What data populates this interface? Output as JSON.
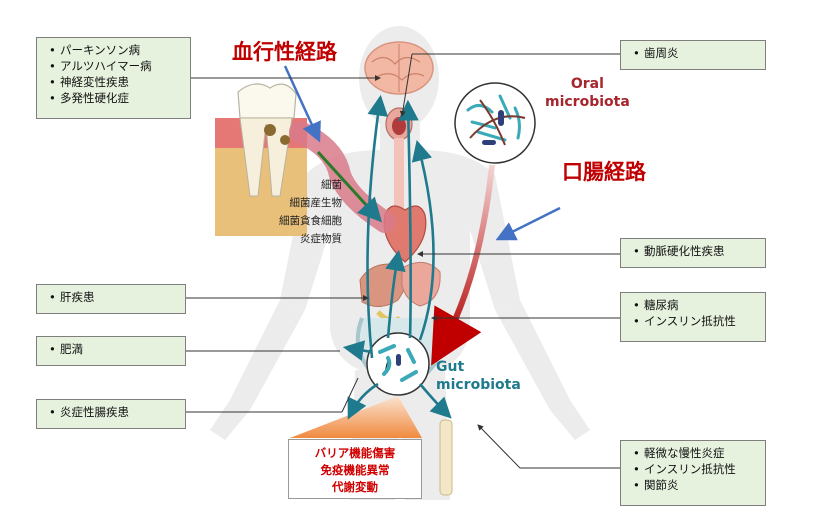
{
  "labels": {
    "blood_route": "血行性経路",
    "oral_gut_route": "口腸経路",
    "oral_microbiota_line1": "Oral",
    "oral_microbiota_line2": "microbiota",
    "gut_microbiota_line1": "Gut",
    "gut_microbiota_line2": "microbiota"
  },
  "bacterial_substances": [
    "細菌",
    "細菌産生物",
    "細菌貪食細胞",
    "炎症物質"
  ],
  "boxes": {
    "neuro": [
      "パーキンソン病",
      "アルツハイマー病",
      "神経変性疾患",
      "多発性硬化症"
    ],
    "liver": [
      "肝疾患"
    ],
    "obesity": [
      "肥満"
    ],
    "ibd": [
      "炎症性腸疾患"
    ],
    "periodontitis": [
      "歯周炎"
    ],
    "atherosclerosis": [
      "動脈硬化性疾患"
    ],
    "diabetes": [
      "糖尿病",
      "インスリン抵抗性"
    ],
    "systemic": [
      "軽微な慢性炎症",
      "インスリン抵抗性",
      "関節炎"
    ]
  },
  "gut_effects": [
    "バリア機能傷害",
    "免疫機能異常",
    "代謝変動"
  ],
  "colors": {
    "box_fill": "#e6f1de",
    "route_red": "#c00000",
    "oral_label": "#a5262c",
    "gut_label": "#1e7a8c",
    "teal_arrow": "#1e7a8c",
    "blue_arrow": "#4472c4"
  }
}
